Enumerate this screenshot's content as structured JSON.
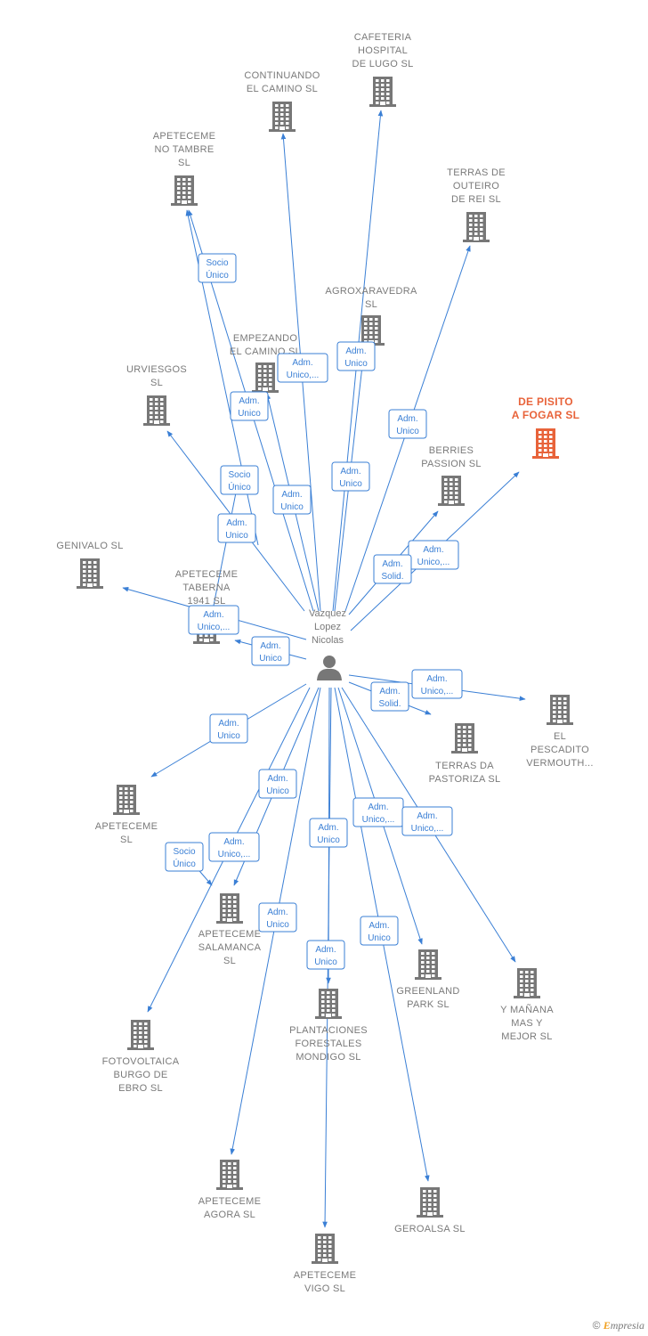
{
  "center": {
    "lines": [
      "Vazquez",
      "Lopez",
      "Nicolas"
    ],
    "icon": "person-icon",
    "color": "#777777"
  },
  "colors": {
    "edge": "#3a7fd5",
    "node": "#777777",
    "focus": "#e8633a"
  },
  "brand": {
    "copyright": "©",
    "initial": "E",
    "rest": "mpresia"
  },
  "nodes": [
    {
      "id": "cafeteria",
      "lines": [
        "CAFETERIA",
        "HOSPITAL",
        "DE LUGO  SL"
      ]
    },
    {
      "id": "continuando",
      "lines": [
        "CONTINUANDO",
        "EL CAMINO  SL"
      ]
    },
    {
      "id": "tambre",
      "lines": [
        "APETECEME",
        "NO TAMBRE",
        "SL"
      ]
    },
    {
      "id": "terras-outeiro",
      "lines": [
        "TERRAS DE",
        "OUTEIRO",
        "DE REI  SL"
      ]
    },
    {
      "id": "agroxaravedra",
      "lines": [
        "AGROXARAVEDRA",
        "SL"
      ]
    },
    {
      "id": "empezando",
      "lines": [
        "EMPEZANDO",
        "EL CAMINO SL"
      ]
    },
    {
      "id": "urviesgos",
      "lines": [
        "URVIESGOS",
        "SL"
      ]
    },
    {
      "id": "pisito",
      "lines": [
        "DE PISITO",
        "A FOGAR  SL"
      ],
      "focus": true
    },
    {
      "id": "berries",
      "lines": [
        "BERRIES",
        "PASSION  SL"
      ]
    },
    {
      "id": "genivalo",
      "lines": [
        "GENIVALO  SL"
      ]
    },
    {
      "id": "taberna",
      "lines": [
        "APETECEME",
        "TABERNA",
        "1941  SL"
      ]
    },
    {
      "id": "pescadito",
      "lines": [
        "EL",
        "PESCADITO",
        "VERMOUTH..."
      ]
    },
    {
      "id": "pastoriza",
      "lines": [
        "TERRAS DA",
        "PASTORIZA  SL"
      ]
    },
    {
      "id": "apeteceme",
      "lines": [
        "APETECEME",
        "SL"
      ]
    },
    {
      "id": "salamanca",
      "lines": [
        "APETECEME",
        "SALAMANCA",
        "SL"
      ]
    },
    {
      "id": "greenland",
      "lines": [
        "GREENLAND",
        "PARK  SL"
      ]
    },
    {
      "id": "ymanana",
      "lines": [
        "Y MAÑANA",
        "MAS Y",
        "MEJOR  SL"
      ]
    },
    {
      "id": "plantaciones",
      "lines": [
        "PLANTACIONES",
        "FORESTALES",
        "MONDIGO  SL"
      ]
    },
    {
      "id": "fotovoltaica",
      "lines": [
        "FOTOVOLTAICA",
        "BURGO DE",
        "EBRO  SL"
      ]
    },
    {
      "id": "agora",
      "lines": [
        "APETECEME",
        "AGORA  SL"
      ]
    },
    {
      "id": "geroalsa",
      "lines": [
        "GEROALSA  SL"
      ]
    },
    {
      "id": "vigo",
      "lines": [
        "APETECEME",
        "VIGO  SL"
      ]
    }
  ],
  "edges": [
    {
      "to": "cafeteria",
      "lines": [
        "Adm.",
        "Unico"
      ]
    },
    {
      "to": "continuando",
      "lines": [
        "Adm.",
        "Unico,..."
      ]
    },
    {
      "to": "tambre",
      "lines": [
        "Socio",
        "Único"
      ]
    },
    {
      "to": "tambre",
      "lines": [
        "Adm.",
        "Unico"
      ]
    },
    {
      "to": "terras-outeiro",
      "lines": [
        "Adm.",
        "Unico"
      ]
    },
    {
      "to": "agroxaravedra",
      "lines": [
        "Adm.",
        "Unico"
      ]
    },
    {
      "to": "empezando",
      "lines": [
        "Adm.",
        "Unico"
      ]
    },
    {
      "to": "urviesgos",
      "lines": [
        "Adm.",
        "Unico"
      ]
    },
    {
      "to": "pisito",
      "lines": [
        "Adm.",
        "Unico,..."
      ]
    },
    {
      "to": "berries",
      "lines": [
        "Adm.",
        "Solid."
      ]
    },
    {
      "to": "genivalo",
      "lines": [
        "Adm.",
        "Unico,..."
      ]
    },
    {
      "to": "taberna",
      "lines": [
        "Adm.",
        "Unico"
      ]
    },
    {
      "to": "taberna",
      "lines": [
        "Socio",
        "Único"
      ]
    },
    {
      "to": "pescadito",
      "lines": [
        "Adm.",
        "Unico,..."
      ]
    },
    {
      "to": "pastoriza",
      "lines": [
        "Adm.",
        "Solid."
      ]
    },
    {
      "to": "apeteceme",
      "lines": [
        "Adm.",
        "Unico"
      ]
    },
    {
      "to": "salamanca",
      "lines": [
        "Adm.",
        "Unico"
      ]
    },
    {
      "to": "salamanca",
      "lines": [
        "Socio",
        "Único"
      ]
    },
    {
      "to": "fotovoltaica",
      "lines": [
        "Adm.",
        "Unico,..."
      ]
    },
    {
      "to": "agora",
      "lines": [
        "Adm.",
        "Unico"
      ]
    },
    {
      "to": "plantaciones",
      "lines": [
        "Adm.",
        "Unico"
      ]
    },
    {
      "to": "vigo",
      "lines": [
        "Adm.",
        "Unico"
      ]
    },
    {
      "to": "greenland",
      "lines": [
        "Adm.",
        "Unico,..."
      ]
    },
    {
      "to": "ymanana",
      "lines": [
        "Adm.",
        "Unico,..."
      ]
    },
    {
      "to": "geroalsa",
      "lines": [
        "Adm.",
        "Unico"
      ]
    }
  ]
}
